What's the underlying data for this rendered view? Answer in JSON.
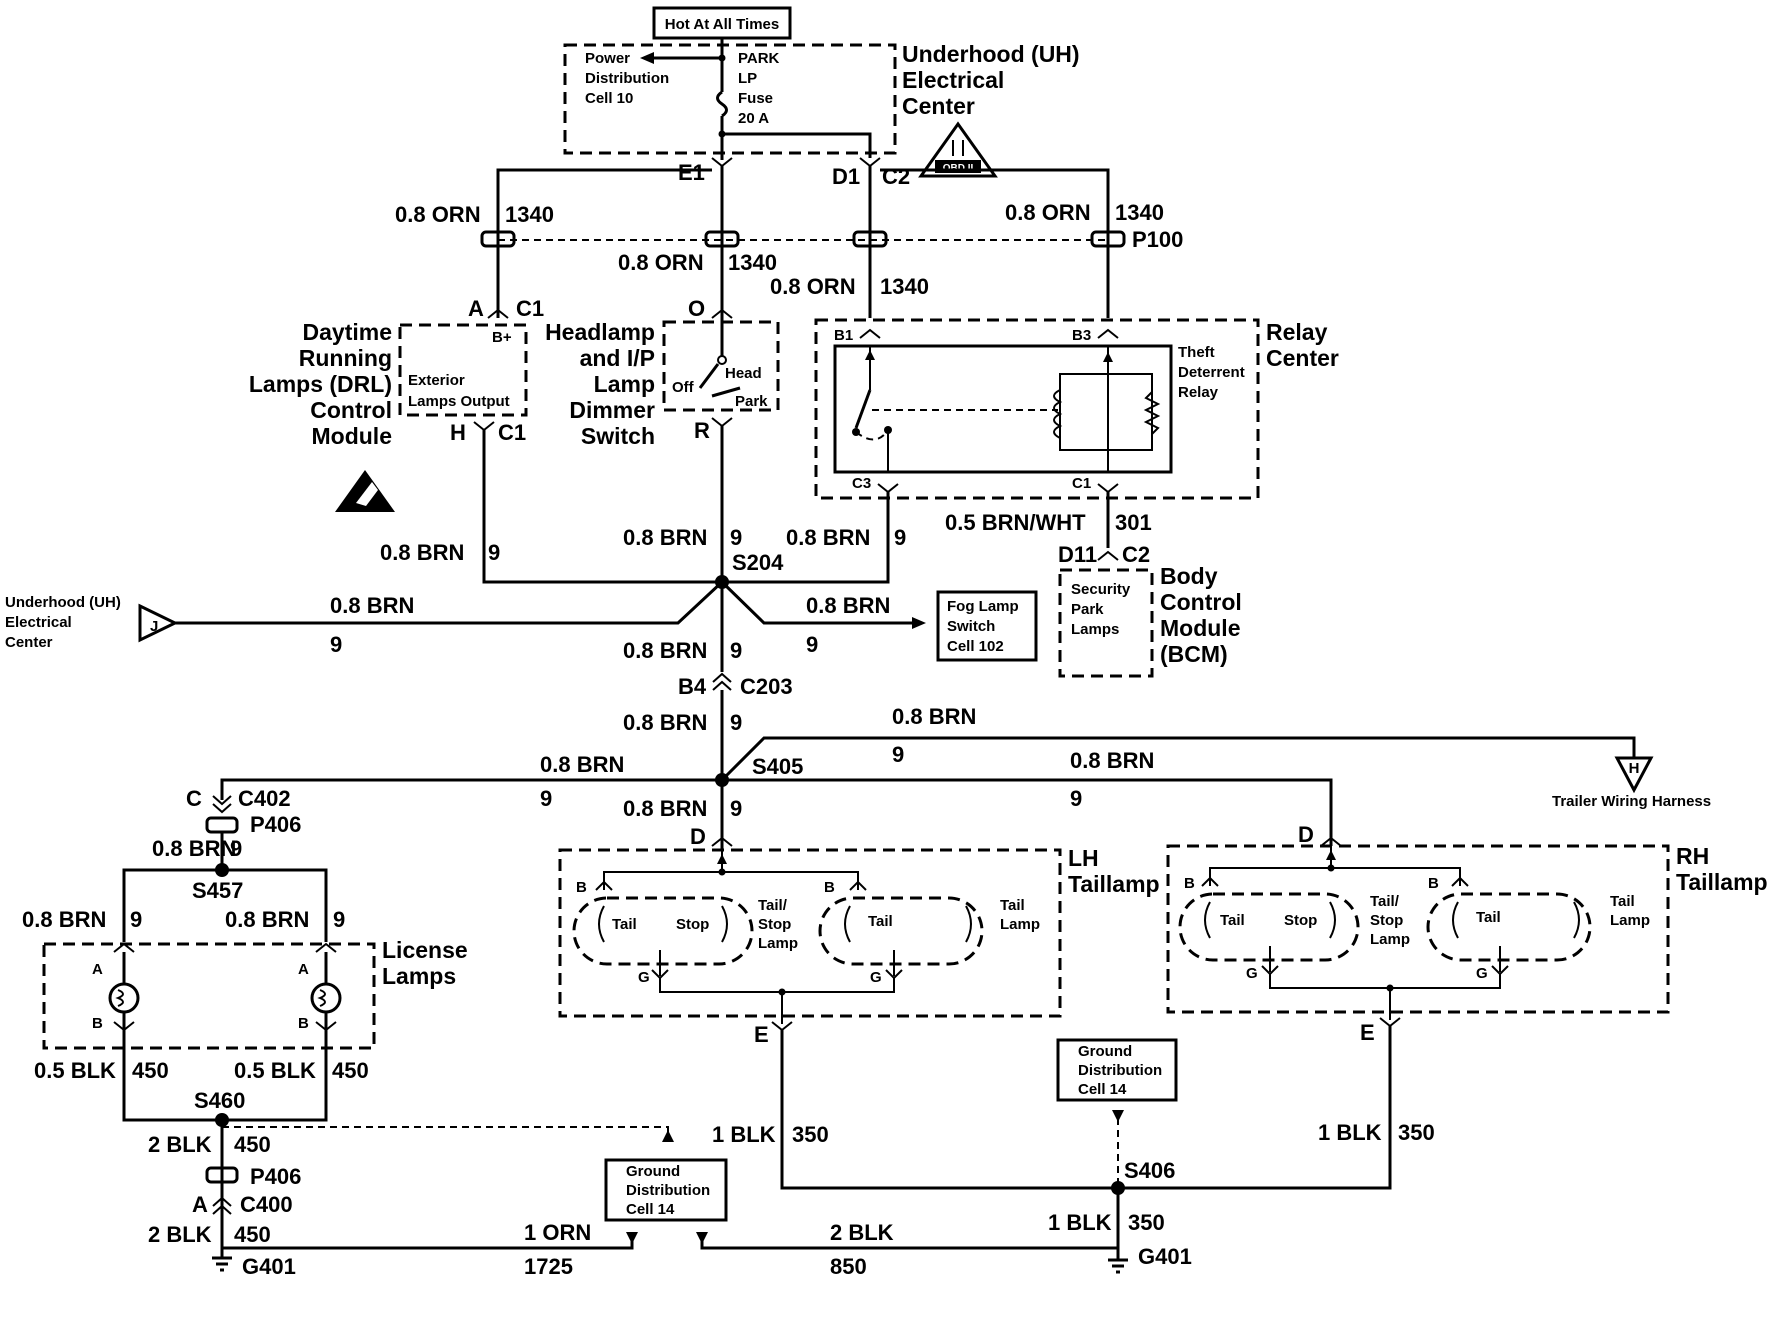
{
  "hot": "Hot At All Times",
  "uh": {
    "l1": "Underhood (UH)",
    "l2": "Electrical",
    "l3": "Center"
  },
  "pd": {
    "l1": "Power",
    "l2": "Distribution",
    "l3": "Cell 10"
  },
  "fuse": {
    "l1": "PARK",
    "l2": "LP",
    "l3": "Fuse",
    "l4": "20 A"
  },
  "obd": "OBD II",
  "conn": {
    "e1": "E1",
    "d1": "D1",
    "c2": "C2",
    "a": "A",
    "c1": "C1",
    "o": "O",
    "h": "H",
    "r": "R",
    "b1": "B1",
    "b3": "B3",
    "c3": "C3",
    "c1r": "C1",
    "d11": "D11",
    "c2b": "C2",
    "b4": "B4",
    "c203": "C203",
    "c": "C",
    "c402": "C402",
    "p406": "P406",
    "p406b": "P406",
    "a2": "A",
    "c400": "C400",
    "p100": "P100",
    "d_lh": "D",
    "d_rh": "D",
    "e_lh": "E",
    "e_rh": "E",
    "j": "J",
    "h_tr": "H",
    "la": "A",
    "lb": "B",
    "ra": "A",
    "rb": "B",
    "lh_b1": "B",
    "lh_b2": "B",
    "lh_g1": "G",
    "lh_g2": "G",
    "rh_b1": "B",
    "rh_b2": "B",
    "rh_g1": "G",
    "rh_g2": "G",
    "bplus": "B+"
  },
  "wires": {
    "orn08": "0.8 ORN",
    "c1340": "1340",
    "brn08": "0.8 BRN",
    "c9": "9",
    "brnwht": "0.5 BRN/WHT",
    "c301": "301",
    "blk05": "0.5 BLK",
    "c450": "450",
    "blk2": "2 BLK",
    "orn1": "1 ORN",
    "c1725": "1725",
    "c850": "850",
    "blk1": "1 BLK",
    "c350": "350"
  },
  "splices": {
    "s204": "S204",
    "s405": "S405",
    "s457": "S457",
    "s460": "S460",
    "s406": "S406"
  },
  "grounds": {
    "g401a": "G401",
    "g401b": "G401"
  },
  "drl": {
    "l1": "Daytime",
    "l2": "Running",
    "l3": "Lamps (DRL)",
    "l4": "Control",
    "l5": "Module",
    "ext1": "Exterior",
    "ext2": "Lamps Output"
  },
  "hsw": {
    "l1": "Headlamp",
    "l2": "and I/P",
    "l3": "Lamp",
    "l4": "Dimmer",
    "l5": "Switch",
    "off": "Off",
    "head": "Head",
    "park": "Park"
  },
  "relay": {
    "l1": "Relay",
    "l2": "Center",
    "t1": "Theft",
    "t2": "Deterrent",
    "t3": "Relay"
  },
  "bcm": {
    "l1": "Body",
    "l2": "Control",
    "l3": "Module",
    "l4": "(BCM)",
    "s1": "Security",
    "s2": "Park",
    "s3": "Lamps"
  },
  "uhj": {
    "l1": "Underhood (UH)",
    "l2": "Electrical",
    "l3": "Center"
  },
  "fog": {
    "l1": "Fog Lamp",
    "l2": "Switch",
    "l3": "Cell 102"
  },
  "trailer": "Trailer Wiring Harness",
  "lh": {
    "l1": "LH",
    "l2": "Taillamp",
    "tail": "Tail",
    "stop": "Stop",
    "ts1": "Tail/",
    "ts2": "Stop",
    "ts3": "Lamp",
    "tl1": "Tail",
    "tl2": "Lamp"
  },
  "rh": {
    "l1": "RH",
    "l2": "Taillamp",
    "tail": "Tail",
    "stop": "Stop",
    "ts1": "Tail/",
    "ts2": "Stop",
    "ts3": "Lamp",
    "tl1": "Tail",
    "tl2": "Lamp"
  },
  "lic": {
    "l1": "License",
    "l2": "Lamps"
  },
  "gd": {
    "l1": "Ground",
    "l2": "Distribution",
    "l3": "Cell 14"
  }
}
